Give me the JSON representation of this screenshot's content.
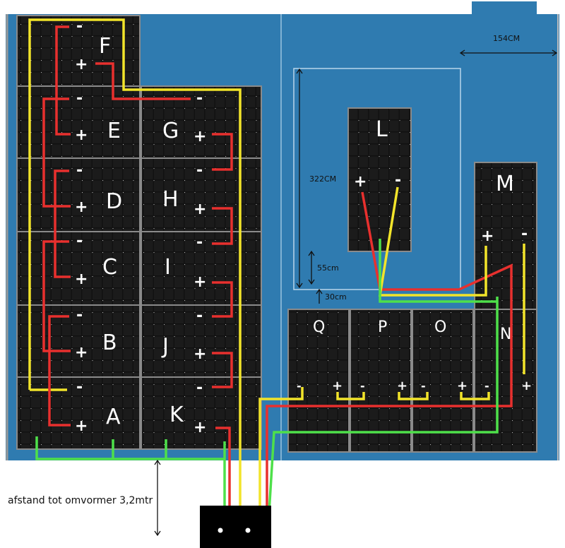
{
  "colors": {
    "roof": "#2f7bb0",
    "panel": "#111111",
    "positive": "#e8302e",
    "negative": "#f2e42a",
    "ground": "#4ee04a"
  },
  "panels": {
    "A": "A",
    "B": "B",
    "C": "C",
    "D": "D",
    "E": "E",
    "F": "F",
    "G": "G",
    "H": "H",
    "I": "I",
    "J": "J",
    "K": "K",
    "L": "L",
    "M": "M",
    "N": "N",
    "O": "O",
    "P": "P",
    "Q": "Q"
  },
  "symbols": {
    "plus": "+",
    "minus": "-"
  },
  "dimensions": {
    "width_right": "154CM",
    "height_frame": "322CM",
    "gap_55": "55cm",
    "gap_30": "30cm"
  },
  "note": "afstand tot omvormer 3,2mtr"
}
